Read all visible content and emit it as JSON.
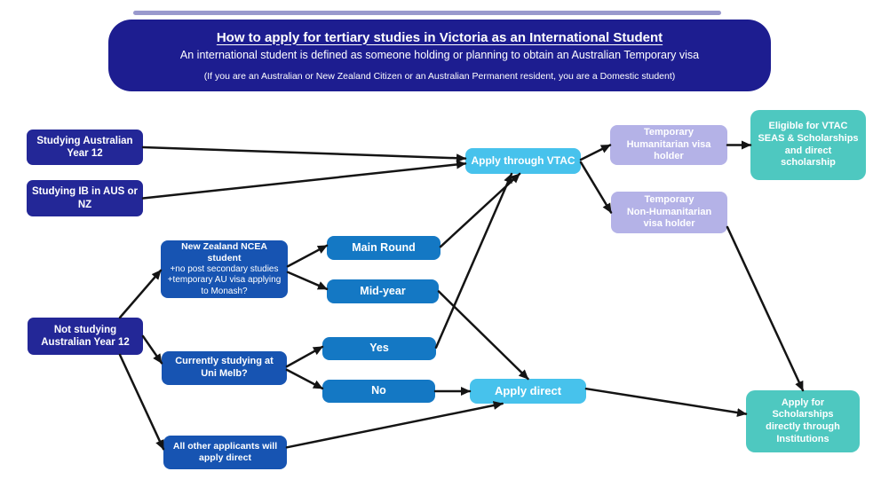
{
  "banner": {
    "title": "How to apply for tertiary studies in Victoria as an International Student",
    "subtitle": "An international student is defined as someone holding or planning to obtain an Australian Temporary visa",
    "note": "(If you are an Australian or New Zealand Citizen or an Australian Permanent resident, you are a Domestic student)"
  },
  "nodes": {
    "studying_y12": {
      "label": "Studying Australian\nYear 12"
    },
    "studying_ib": {
      "label": "Studying IB in AUS or\nNZ"
    },
    "vtac": {
      "label": "Apply through VTAC"
    },
    "temp_hum": {
      "label": "Temporary\nHumanitarian visa\nholder"
    },
    "eligible": {
      "label": "Eligible for VTAC\nSEAS & Scholarships\nand direct\nscholarship"
    },
    "temp_nonhum": {
      "label": "Temporary\nNon-Humanitarian\nvisa holder"
    },
    "ncea": {
      "title": "New Zealand NCEA student",
      "subtitle": "+no post secondary studies\n+temporary AU visa applying\nto Monash?"
    },
    "main_round": {
      "label": "Main Round"
    },
    "mid_year": {
      "label": "Mid-year"
    },
    "not_studying": {
      "label": "Not studying\nAustralian Year 12"
    },
    "currently": {
      "label": "Currently studying at\nUni Melb?"
    },
    "yes": {
      "label": "Yes"
    },
    "no": {
      "label": "No"
    },
    "apply_direct": {
      "label": "Apply direct"
    },
    "all_other": {
      "label": "All other applicants will\napply direct"
    },
    "scholarships": {
      "label": "Apply for\nScholarships\ndirectly through\nInstitutions"
    }
  },
  "edges": [
    {
      "from": "studying_y12",
      "fs": "right",
      "ft": 0.5,
      "to": "vtac",
      "ts": "left",
      "tt": 0.4
    },
    {
      "from": "studying_ib",
      "fs": "right",
      "ft": 0.5,
      "to": "vtac",
      "ts": "left",
      "tt": 0.6
    },
    {
      "from": "main_round",
      "fs": "right",
      "ft": 0.45,
      "to": "vtac",
      "ts": "bottom",
      "tt": 0.47
    },
    {
      "from": "yes",
      "fs": "right",
      "ft": 0.45,
      "to": "vtac",
      "ts": "bottom",
      "tt": 0.4
    },
    {
      "from": "mid_year",
      "fs": "right",
      "ft": 0.5,
      "to": "apply_direct",
      "ts": "top",
      "tt": 0.5
    },
    {
      "from": "no",
      "fs": "right",
      "ft": 0.5,
      "to": "apply_direct",
      "ts": "left",
      "tt": 0.5
    },
    {
      "from": "all_other",
      "fs": "right",
      "ft": 0.35,
      "to": "apply_direct",
      "ts": "bottom",
      "tt": 0.28
    },
    {
      "from": "vtac",
      "fs": "right",
      "ft": 0.45,
      "to": "temp_hum",
      "ts": "left",
      "tt": 0.5
    },
    {
      "from": "vtac",
      "fs": "right",
      "ft": 0.55,
      "to": "temp_nonhum",
      "ts": "left",
      "tt": 0.5
    },
    {
      "from": "temp_hum",
      "fs": "right",
      "ft": 0.5,
      "to": "eligible",
      "ts": "left",
      "tt": 0.5
    },
    {
      "from": "temp_nonhum",
      "fs": "right",
      "ft": 0.85,
      "to": "scholarships",
      "ts": "top",
      "tt": 0.5
    },
    {
      "from": "apply_direct",
      "fs": "right",
      "ft": 0.4,
      "to": "scholarships",
      "ts": "left",
      "tt": 0.38
    },
    {
      "from": "not_studying",
      "fs": "top",
      "ft": 0.8,
      "to": "ncea",
      "ts": "left",
      "tt": 0.52
    },
    {
      "from": "not_studying",
      "fs": "right",
      "ft": 0.5,
      "to": "currently",
      "ts": "left",
      "tt": 0.35
    },
    {
      "from": "not_studying",
      "fs": "bottom",
      "ft": 0.8,
      "to": "all_other",
      "ts": "left",
      "tt": 0.4
    },
    {
      "from": "ncea",
      "fs": "right",
      "ft": 0.45,
      "to": "main_round",
      "ts": "left",
      "tt": 0.4
    },
    {
      "from": "ncea",
      "fs": "right",
      "ft": 0.55,
      "to": "mid_year",
      "ts": "left",
      "tt": 0.4
    },
    {
      "from": "currently",
      "fs": "right",
      "ft": 0.45,
      "to": "yes",
      "ts": "left",
      "tt": 0.42
    },
    {
      "from": "currently",
      "fs": "right",
      "ft": 0.55,
      "to": "no",
      "ts": "left",
      "tt": 0.38
    }
  ],
  "colors": {
    "banner_navy": "#1d1d90",
    "box_navy": "#232797",
    "box_royal_blue": "#1754b2",
    "box_medium_blue": "#1478c4",
    "box_light_blue": "#47c2ec",
    "box_lavender": "#b4b2e7",
    "box_teal": "#4ec8c0",
    "arrow": "#141414"
  }
}
